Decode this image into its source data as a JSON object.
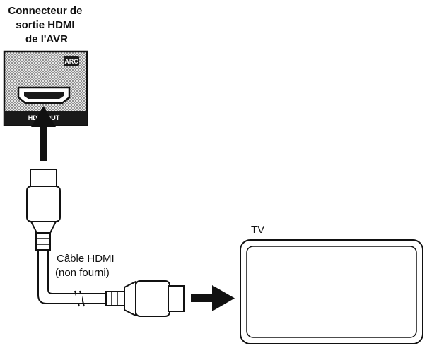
{
  "avr_connector": {
    "label_lines": [
      "Connecteur de",
      "sortie HDMI",
      "de l'AVR"
    ],
    "badge": "ARC",
    "port_label": "HDMI OUT"
  },
  "cable": {
    "label_lines": [
      "Câble HDMI",
      "(non fourni)"
    ]
  },
  "tv": {
    "label": "TV"
  }
}
